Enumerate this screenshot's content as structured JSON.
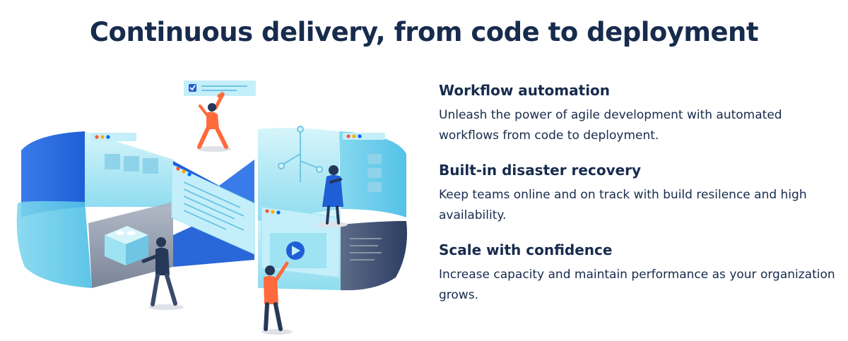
{
  "page": {
    "headline": "Continuous delivery, from code to deployment"
  },
  "features": [
    {
      "title": "Workflow automation",
      "description": "Unleash the power of agile development with automated workflows from code to deployment."
    },
    {
      "title": "Built-in disaster recovery",
      "description": "Keep teams online and on track with build resilence and high availability."
    },
    {
      "title": "Scale with confidence",
      "description": "Increase capacity and maintain performance as your organization grows."
    }
  ],
  "illustration": {
    "icons": [
      "infinity-loop-illustration",
      "browser-window-icon",
      "checkbox-icon",
      "play-icon",
      "block-icon",
      "circuit-icon"
    ],
    "colors": {
      "ribbon_light": "#9ee3f2",
      "ribbon_mid": "#4fc3e8",
      "ribbon_dark_blue": "#1f5fd6",
      "ribbon_navy": "#2d3e63",
      "person_orange": "#ff6a3d",
      "person_navy": "#253858",
      "person_blue": "#1f5fd6",
      "dot_red": "#ff5630",
      "dot_orange": "#ffab00",
      "dot_blue": "#0065ff"
    }
  }
}
